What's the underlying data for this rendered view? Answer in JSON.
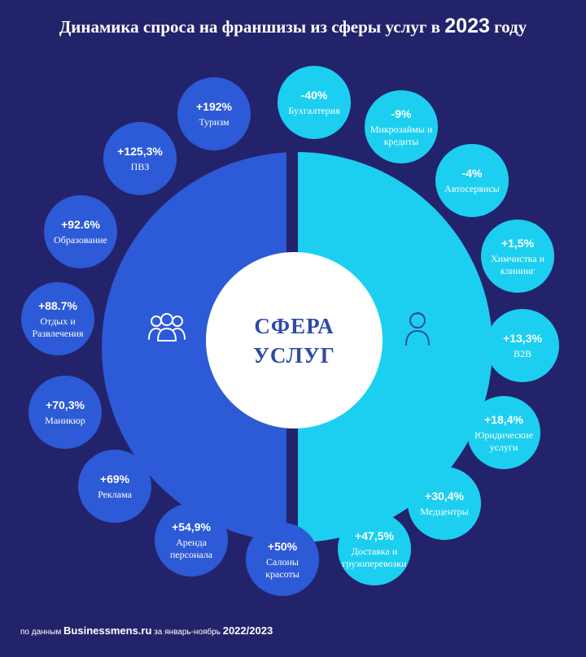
{
  "header": {
    "title_text": "Динамика спроса на франшизы из сферы услуг в",
    "title_year": "2023",
    "title_suffix": "году"
  },
  "center": {
    "line1": "СФЕРА",
    "line2": "УСЛУГ"
  },
  "icons": {
    "left": "group-people-icon",
    "right": "person-icon"
  },
  "colors": {
    "background": "#23236b",
    "left_half": "#2d5ad6",
    "right_half": "#1ccff0",
    "center_text": "#2f4aa6"
  },
  "left_bubbles": [
    {
      "value": "+192%",
      "label": "Туризм"
    },
    {
      "value": "+125,3%",
      "label": "ПВЗ"
    },
    {
      "value": "+92.6%",
      "label": "Образование"
    },
    {
      "value": "+88.7%",
      "label": "Отдых и Развлечения"
    },
    {
      "value": "+70,3%",
      "label": "Маникюр"
    },
    {
      "value": "+69%",
      "label": "Реклама"
    },
    {
      "value": "+54,9%",
      "label": "Аренда персонала"
    },
    {
      "value": "+50%",
      "label": "Салоны красоты"
    }
  ],
  "right_bubbles": [
    {
      "value": "-40%",
      "label": "Бухгалтерия"
    },
    {
      "value": "-9%",
      "label": "Микрозаймы и кредиты"
    },
    {
      "value": "-4%",
      "label": "Автосервисы"
    },
    {
      "value": "+1,5%",
      "label": "Химчистка и клининг"
    },
    {
      "value": "+13,3%",
      "label": "B2B"
    },
    {
      "value": "+18,4%",
      "label": "Юридические услуги"
    },
    {
      "value": "+30,4%",
      "label": "Медцентры"
    },
    {
      "value": "+47,5%",
      "label": "Доставка и грузоперевозки"
    }
  ],
  "footer": {
    "prefix": "по данным",
    "source": "Businessmens.ru",
    "middle": "за январь-ноябрь",
    "period": "2022/2023"
  }
}
